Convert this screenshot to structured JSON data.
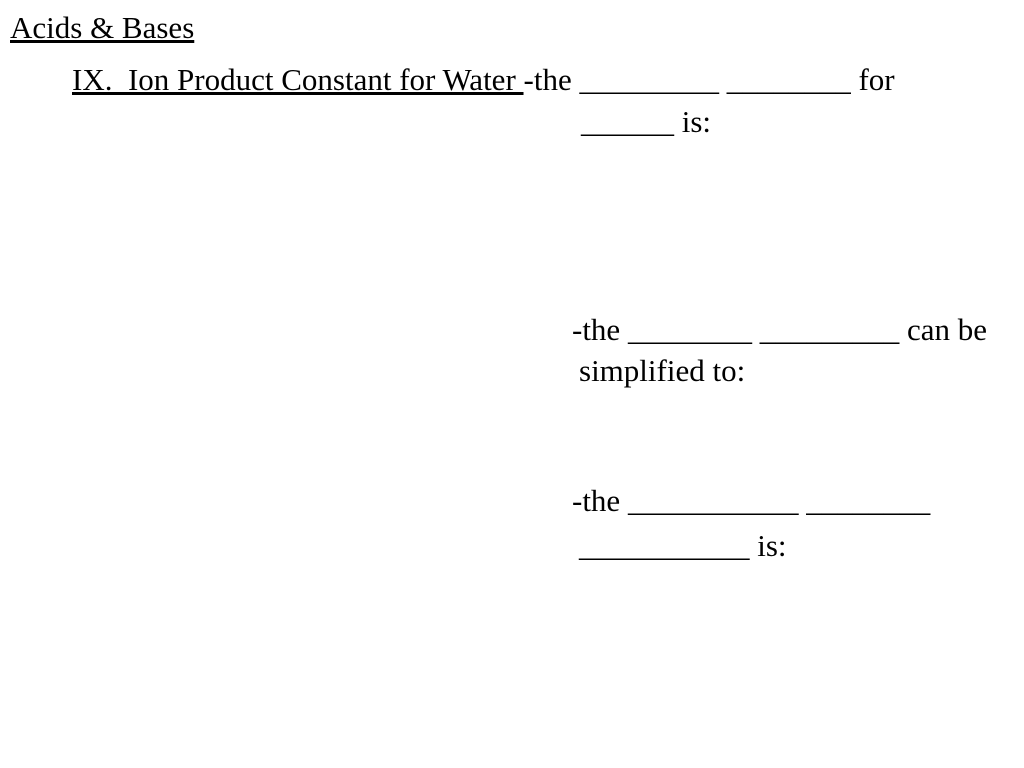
{
  "slide": {
    "background_color": "#ffffff",
    "text_color": "#000000",
    "title": "Acids & Bases",
    "section": {
      "heading_underlined": "IX.  Ion Product Constant for Water ",
      "heading_number": "IX."
    },
    "block1": {
      "line1_after_heading": "-the _________ ________ for",
      "line2": "______ is:"
    },
    "block2": {
      "line1": "-the ________ _________ can be",
      "line2": "simplified to:"
    },
    "block3": {
      "line1": "-the ___________ ________",
      "line2": "___________ is:"
    }
  }
}
